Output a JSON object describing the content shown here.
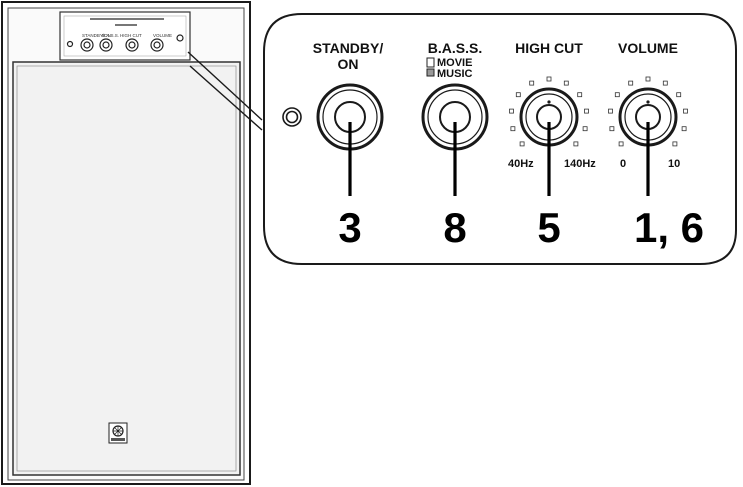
{
  "device": {
    "small_labels": {
      "standby": "STANDBY/ON",
      "bass": "B.A.S.S.",
      "high_cut": "HIGH CUT",
      "volume": "VOLUME"
    }
  },
  "panel": {
    "controls": [
      {
        "id": "standby",
        "label_line1": "STANDBY/",
        "label_line2": "ON",
        "callout": "3"
      },
      {
        "id": "bass",
        "label_line1": "B.A.S.S.",
        "option_movie": "MOVIE",
        "option_music": "MUSIC",
        "callout": "8"
      },
      {
        "id": "high_cut",
        "label_line1": "HIGH CUT",
        "scale_min": "40Hz",
        "scale_max": "140Hz",
        "callout": "5"
      },
      {
        "id": "volume",
        "label_line1": "VOLUME",
        "scale_min": "0",
        "scale_max": "10",
        "callout": "1, 6"
      }
    ]
  },
  "colors": {
    "line": "#1a1a1a",
    "panel_fill": "#ffffff",
    "cabinet_fill": "#f7f7f7",
    "front_grey": "#eaeaea"
  }
}
